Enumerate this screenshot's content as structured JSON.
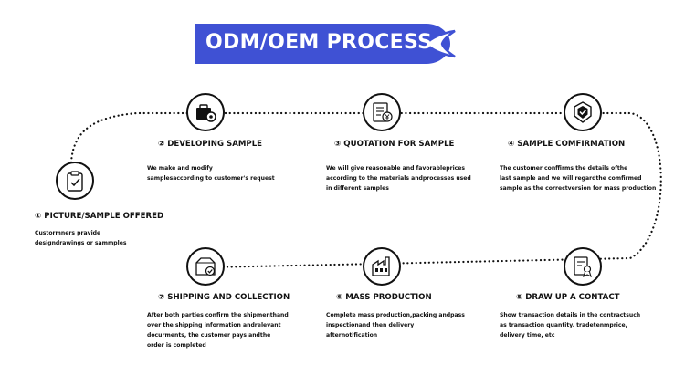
{
  "title": "ODM/OEM PROCESS",
  "colors": {
    "accent": "#3f51d4",
    "line": "#111111"
  },
  "steps": [
    {
      "number": "①",
      "title": "PICTURE/SAMPLE OFFERED",
      "icon": "clipboard-check-icon",
      "desc": [
        "Custormners pravide",
        "designdrawings or sammples"
      ]
    },
    {
      "number": "②",
      "title": "DEVELOPING SAMPLE",
      "icon": "toolbox-gear-icon",
      "desc": [
        "We make and modify",
        "samplesaccording to customer's request"
      ]
    },
    {
      "number": "③",
      "title": "QUOTATION FOR SAMPLE",
      "icon": "quote-document-icon",
      "desc": [
        "We will give reasonable and favorableprices",
        "according to the materials andprocesses used",
        "in different samples"
      ]
    },
    {
      "number": "④",
      "title": "SAMPLE COMFIRMATION",
      "icon": "verified-badge-icon",
      "desc": [
        "The customer conffirms the details ofthe",
        "last sample and we will regardthe comfirmed",
        "sample as the correctversion for mass production"
      ]
    },
    {
      "number": "⑤",
      "title": "DRAW UP A CONTACT",
      "icon": "contract-seal-icon",
      "desc": [
        "Show transaction details in the contractsuch",
        "as transaction quantity. tradetenmprice,",
        "delivery time, etc"
      ]
    },
    {
      "number": "⑥",
      "title": "MASS PRODUCTION",
      "icon": "factory-icon",
      "desc": [
        "Complete mass production,packing andpass",
        "inspectionand then delivery",
        "afternotification"
      ]
    },
    {
      "number": "⑦",
      "title": "SHIPPING AND COLLECTION",
      "icon": "shipping-box-check-icon",
      "desc": [
        "After both parties confirm the shipmenthand",
        "over the shipping information andrelevant",
        "docurments, the customer pays andthe",
        "order is completed"
      ]
    }
  ]
}
